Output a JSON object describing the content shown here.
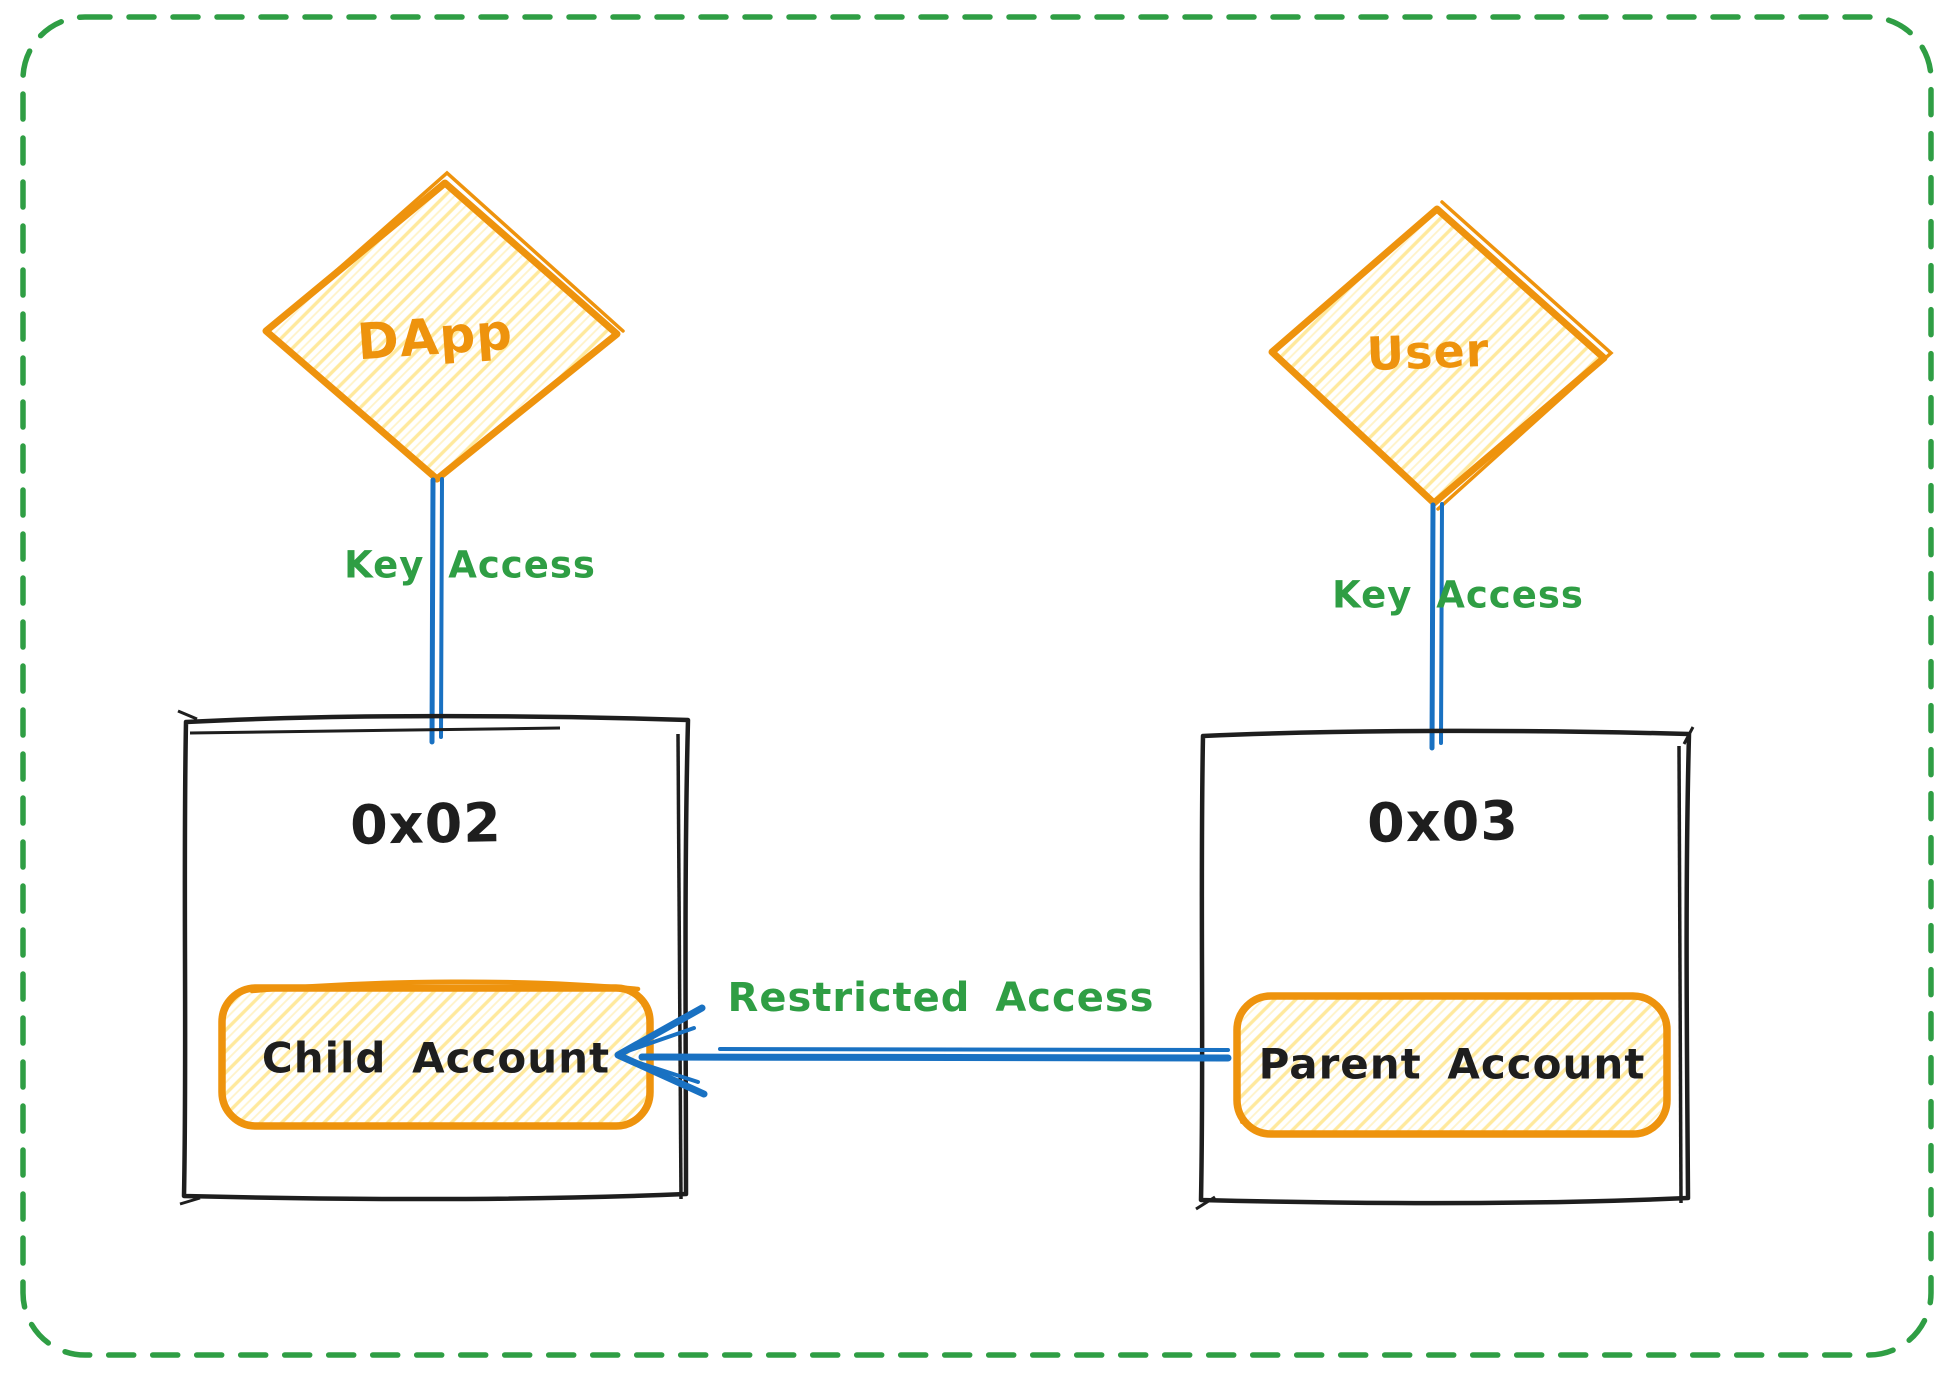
{
  "colors": {
    "border_green": "#2f9e44",
    "label_green": "#2f9e44",
    "shape_orange": "#ee930d",
    "hatch_yellow": "#ffd43b",
    "edge_blue": "#1971c2",
    "ink_black": "#1e1e1e",
    "background": "#ffffff"
  },
  "nodes": {
    "dapp": {
      "label": "DApp"
    },
    "user": {
      "label": "User"
    },
    "child_wallet": {
      "address": "0x02",
      "account": "Child Account"
    },
    "parent_wallet": {
      "address": "0x03",
      "account": "Parent Account"
    }
  },
  "edges": {
    "dapp_to_child": {
      "label": "Key Access"
    },
    "user_to_parent": {
      "label": "Key Access"
    },
    "parent_to_child": {
      "label": "Restricted Access"
    }
  }
}
